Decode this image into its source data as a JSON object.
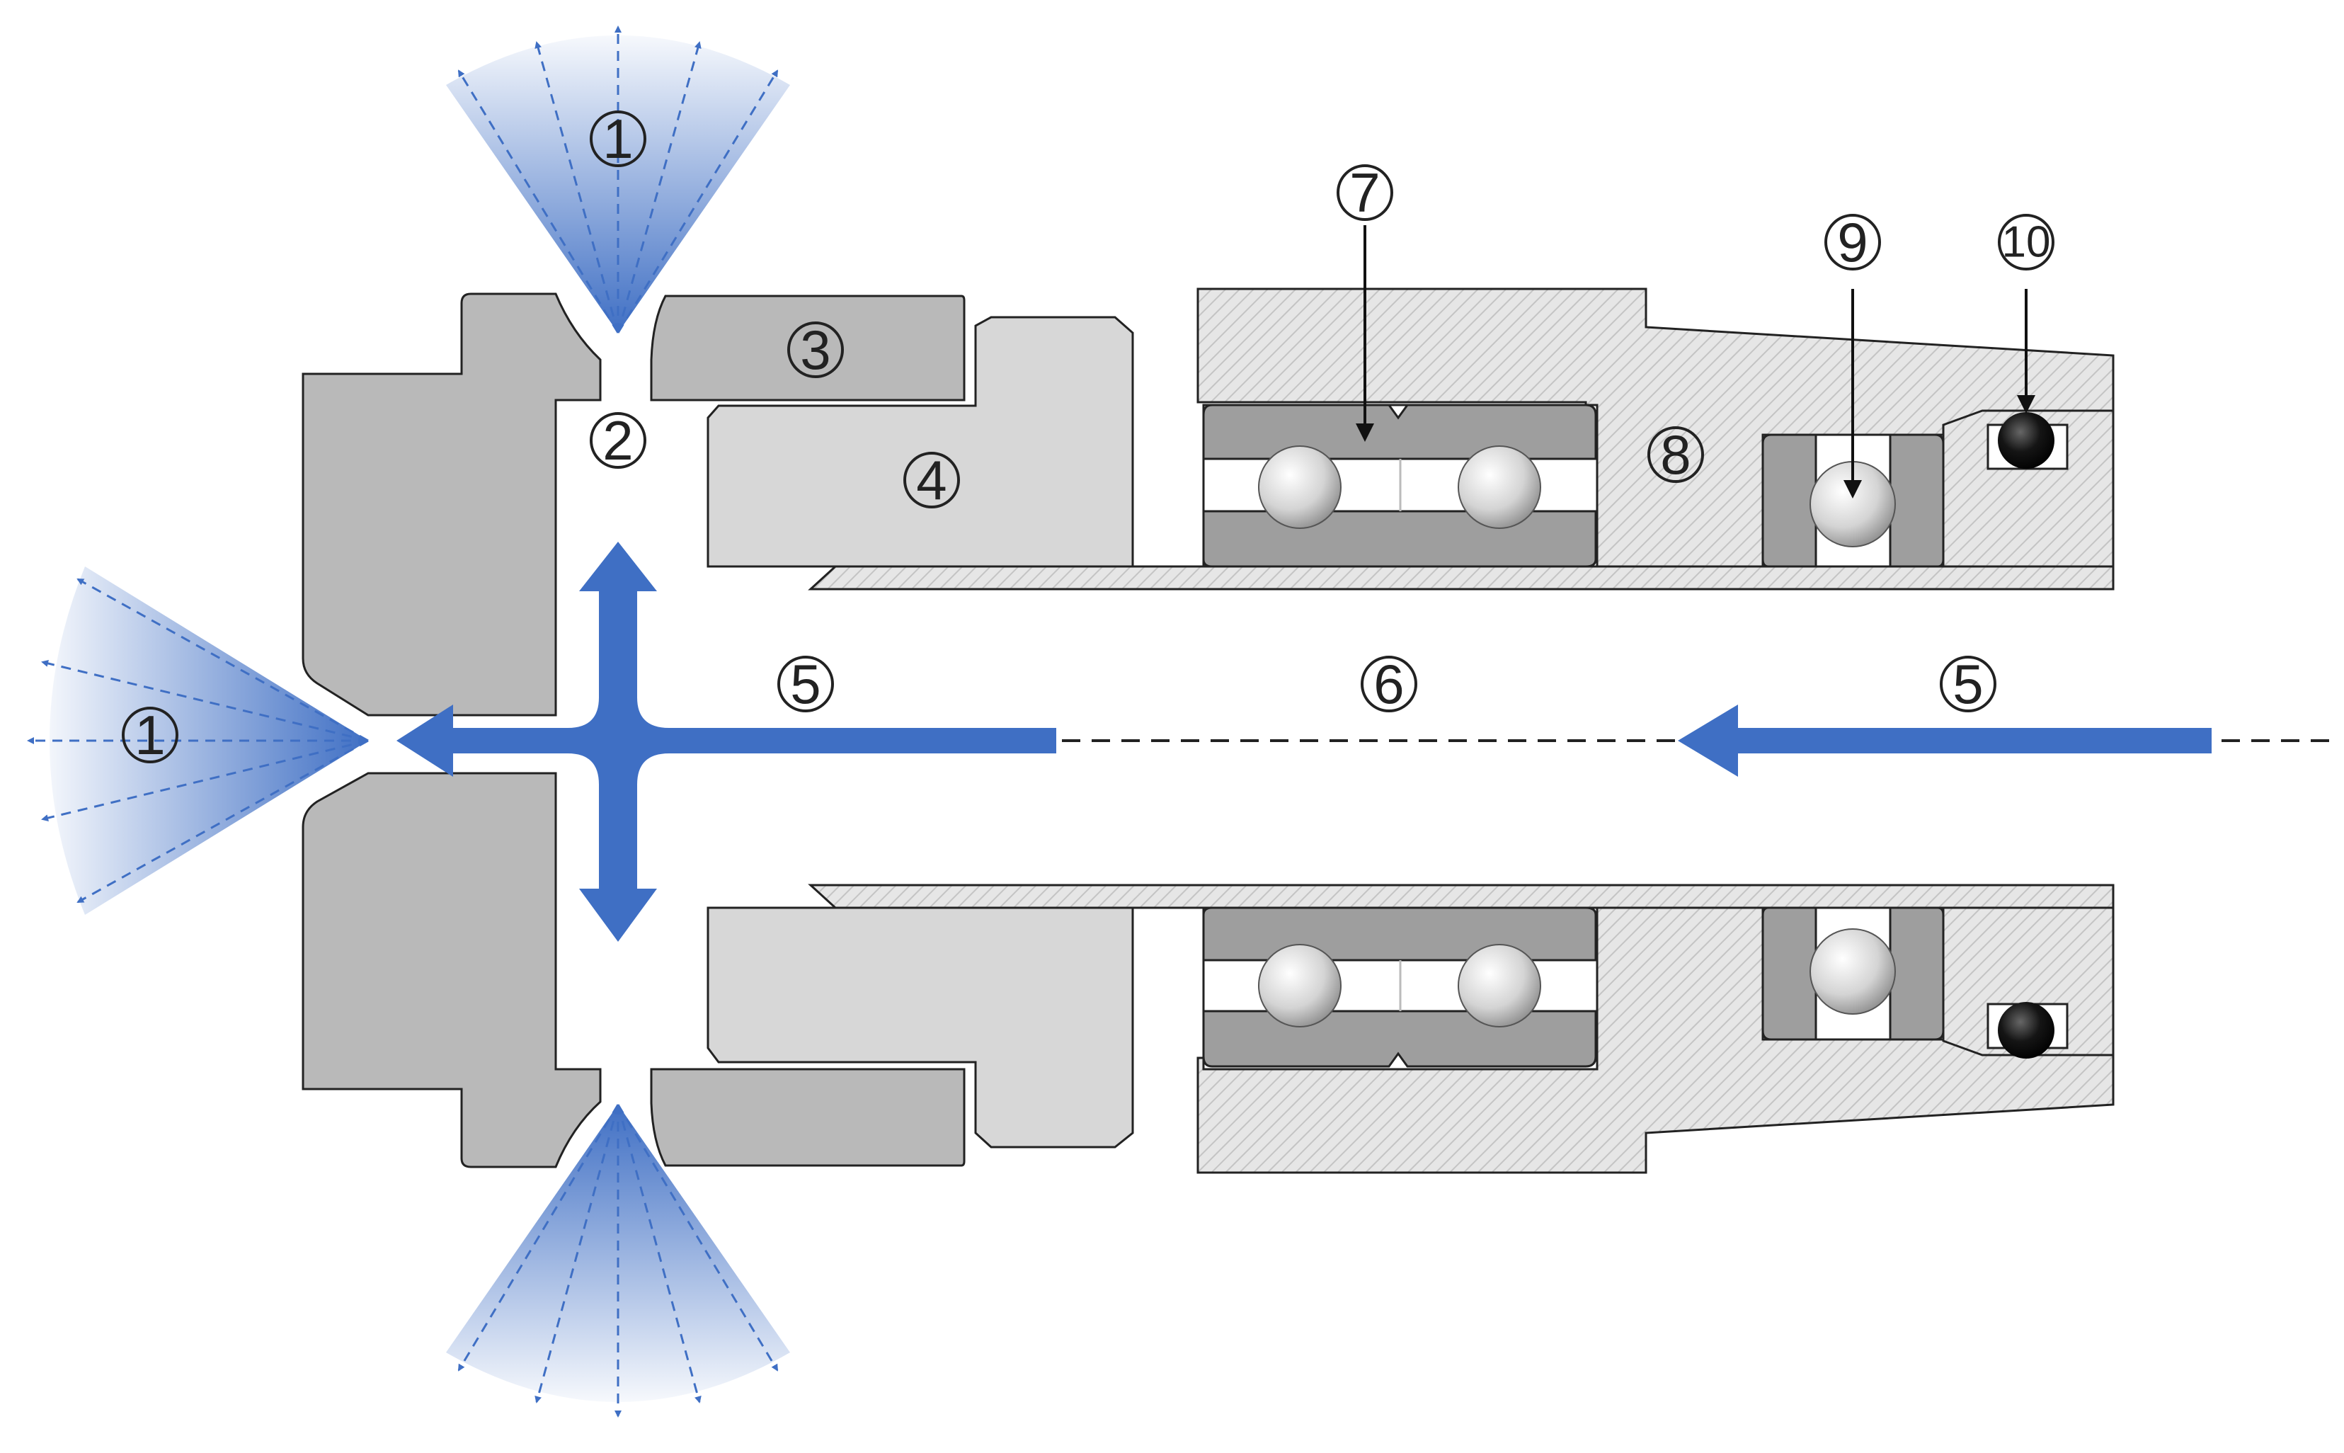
{
  "labels": {
    "l1": "1",
    "l2": "2",
    "l3": "3",
    "l4": "4",
    "l5": "5",
    "l6": "6",
    "l7": "7",
    "l8": "8",
    "l9": "9",
    "l10": "10"
  },
  "colors": {
    "flow": "#3F6FC4",
    "dark_part": "#B9B9B9",
    "light_part": "#D7D7D7",
    "bearing_ring": "#9E9E9E",
    "hatch_bg": "#E6E6E6",
    "hatch_line": "#C4C4C4",
    "outline": "#222222",
    "seal": "#111111"
  }
}
